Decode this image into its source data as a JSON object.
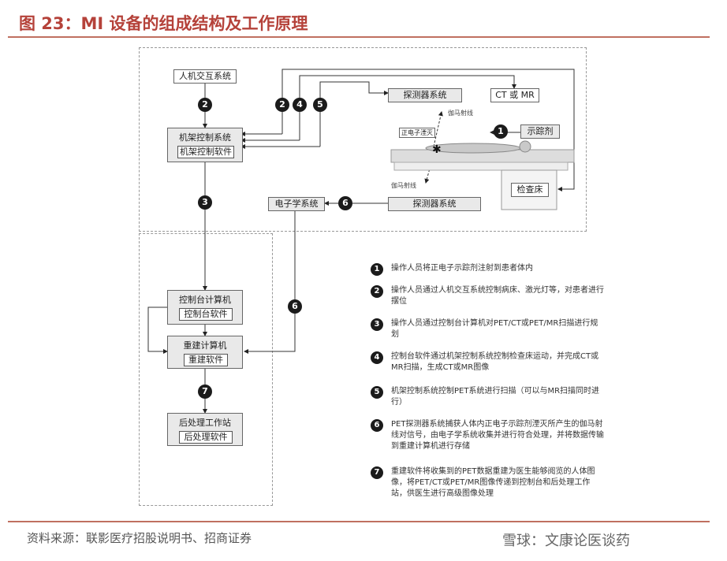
{
  "header": {
    "title": "图 23：MI 设备的组成结构及工作原理"
  },
  "diagram": {
    "nodes": {
      "hci": "人机交互系统",
      "gantry_sys": "机架控制系统",
      "gantry_sw": "机架控制软件",
      "detector_top": "探测器系统",
      "ct_mr": "CT 或 MR",
      "tracer": "示踪剂",
      "positron": "正电子湮灭",
      "gamma_top": "伽马射线",
      "gamma_bottom": "伽马射线",
      "bed": "检查床",
      "electronics": "电子学系统",
      "detector_bottom": "探测器系统",
      "console_pc": "控制台计算机",
      "console_sw": "控制台软件",
      "recon_pc": "重建计算机",
      "recon_sw": "重建软件",
      "post_ws": "后处理工作站",
      "post_sw": "后处理软件"
    },
    "step_markers": [
      "1",
      "2",
      "3",
      "4",
      "5",
      "6",
      "7"
    ]
  },
  "legend": [
    {
      "num": "1",
      "text": "操作人员将正电子示踪剂注射到患者体内"
    },
    {
      "num": "2",
      "text": "操作人员通过人机交互系统控制病床、激光灯等，对患者进行摆位"
    },
    {
      "num": "3",
      "text": "操作人员通过控制台计算机对PET/CT或PET/MR扫描进行规划"
    },
    {
      "num": "4",
      "text": "控制台软件通过机架控制系统控制检查床运动，并完成CT或MR扫描，生成CT或MR图像"
    },
    {
      "num": "5",
      "text": "机架控制系统控制PET系统进行扫描（可以与MR扫描同时进行）"
    },
    {
      "num": "6",
      "text": "PET探测器系统捕获人体内正电子示踪剂湮灭所产生的伽马射线对信号，由电子学系统收集并进行符合处理，并将数据传输到重建计算机进行存储"
    },
    {
      "num": "7",
      "text": "重建软件将收集到的PET数据重建为医生能够阅览的人体图像，将PET/CT或PET/MR图像传递到控制台和后处理工作站，供医生进行高级图像处理"
    }
  ],
  "footer": {
    "source": "资料来源：联影医疗招股说明书、招商证券",
    "watermark": "雪球：文康论医谈药"
  },
  "colors": {
    "title": "#b5423a",
    "rule": "#c07060",
    "marker": "#1b1b1b"
  }
}
